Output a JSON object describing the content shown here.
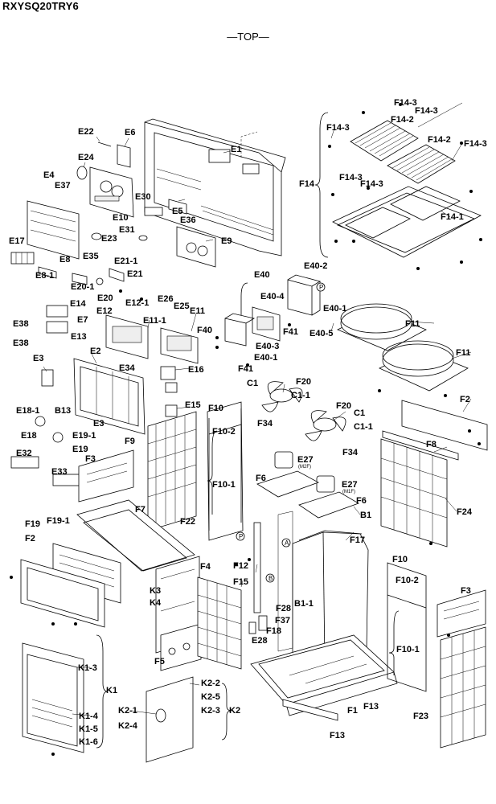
{
  "header": {
    "model": "RXYSQ20TRY6",
    "view": "—TOP—"
  },
  "labels": [
    "E22",
    "E6",
    "E1",
    "E24",
    "E4",
    "E37",
    "E30",
    "E10",
    "E5",
    "E36",
    "E31",
    "E9",
    "E17",
    "E8",
    "E35",
    "E23",
    "E8-1",
    "E20-1",
    "E20",
    "E21-1",
    "E21",
    "E40",
    "E40-2",
    "E40-4",
    "E40-1",
    "E40-5",
    "E40-3",
    "E40-1",
    "F40",
    "F41",
    "F41",
    "E14",
    "E12",
    "E12-1",
    "E26",
    "E25",
    "E11",
    "E11-1",
    "E7",
    "E38",
    "E13",
    "E38",
    "E3",
    "E2",
    "E34",
    "E16",
    "E15",
    "E3",
    "E18-1",
    "B13",
    "E18",
    "E19-1",
    "E19",
    "E32",
    "E33",
    "F3",
    "F9",
    "F10",
    "F10-2",
    "F10-1",
    "F7",
    "F22",
    "F4",
    "F19",
    "F19-1",
    "F2",
    "K3",
    "K4",
    "F5",
    "F15",
    "F12",
    "C1",
    "F20",
    "C1-1",
    "F20",
    "C1",
    "C1-1",
    "F34",
    "E27",
    "F34",
    "E27",
    "F6",
    "F6",
    "B1",
    "F17",
    "F28",
    "B1-1",
    "F37",
    "F18",
    "E28",
    "F1",
    "F13",
    "F13",
    "F11",
    "F11",
    "F2",
    "F8",
    "F24",
    "F10",
    "F10-2",
    "F10-1",
    "F3",
    "F23",
    "K1-3",
    "K1",
    "K1-4",
    "K1-5",
    "K1-6",
    "K2-2",
    "K2-5",
    "K2-3",
    "K2",
    "K2-1",
    "K2-4",
    "F14-3",
    "F14-3",
    "F14-3",
    "F14-2",
    "F14-2",
    "F14-3",
    "F14-3",
    "F14-3",
    "F14",
    "F14-1",
    "P",
    "P",
    "A",
    "B"
  ],
  "sub_labels": [
    "(M2F)",
    "(M1F)"
  ]
}
